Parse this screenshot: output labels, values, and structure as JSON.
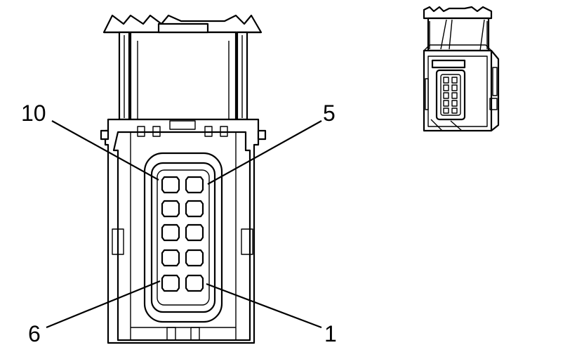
{
  "diagram": {
    "pin_callouts": {
      "top_left": "10",
      "top_right": "5",
      "bottom_left": "6",
      "bottom_right": "1"
    },
    "pin_count": 10,
    "colors": {
      "line": "#000000",
      "background": "#ffffff"
    }
  }
}
